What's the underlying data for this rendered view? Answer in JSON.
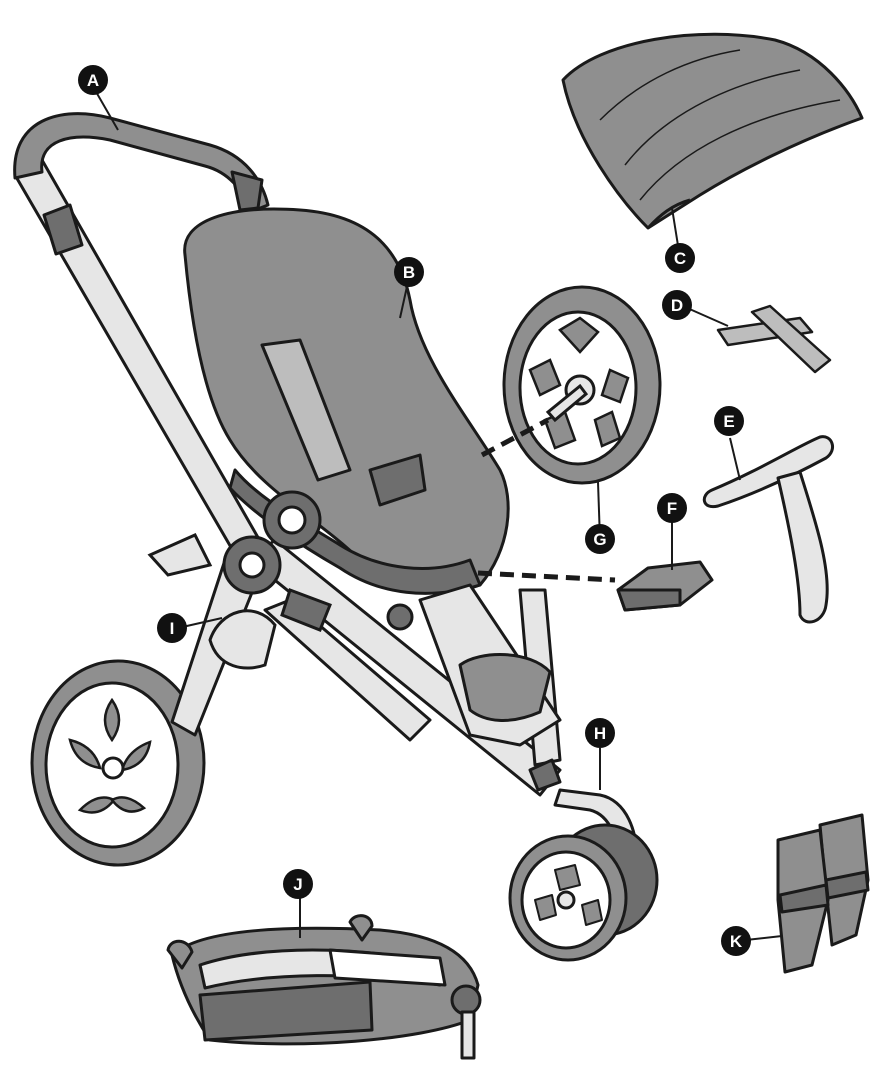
{
  "labels": {
    "a": "A",
    "b": "B",
    "c": "C",
    "d": "D",
    "e": "E",
    "f": "F",
    "g": "G",
    "h": "H",
    "i": "I",
    "j": "J",
    "k": "K"
  },
  "colors": {
    "outline": "#1a1a1a",
    "fabric": "#8f8f8f",
    "fabric_dark": "#6e6e6e",
    "frame": "#e6e6e6",
    "badge": "#111111"
  }
}
